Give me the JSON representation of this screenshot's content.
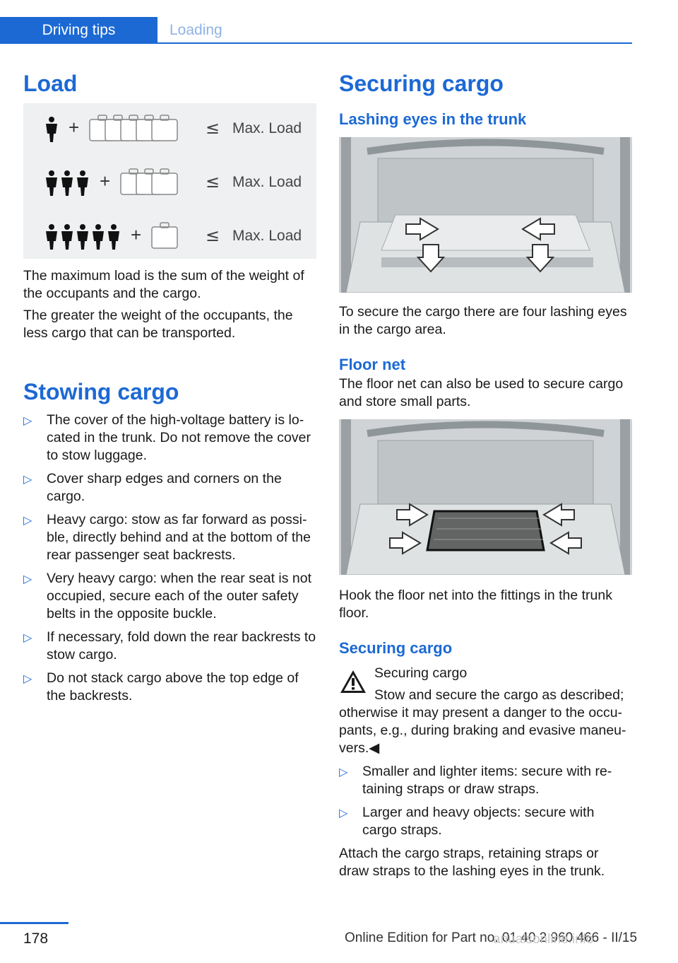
{
  "header": {
    "section": "Driving tips",
    "subsection": "Loading"
  },
  "left": {
    "load_title": "Load",
    "load_figure": {
      "rows": [
        {
          "people": 1,
          "cases": 5,
          "label": "Max. Load"
        },
        {
          "people": 3,
          "cases": 3,
          "label": "Max. Load"
        },
        {
          "people": 5,
          "cases": 1,
          "label": "Max. Load"
        }
      ],
      "plus": "+",
      "leq": "≤"
    },
    "load_p1": "The maximum load is the sum of the weight of the occupants and the cargo.",
    "load_p2": "The greater the weight of the occupants, the less cargo that can be transported.",
    "stow_title": "Stowing cargo",
    "bullet": "▷",
    "stow_items": [
      "The cover of the high-voltage battery is lo-cated in the trunk. Do not remove the cover to stow luggage.",
      "Cover sharp edges and corners on the cargo.",
      "Heavy cargo: stow as far forward as possi-ble, directly behind and at the bottom of the rear passenger seat backrests.",
      "Very heavy cargo: when the rear seat is not occupied, secure each of the outer safety belts in the opposite buckle.",
      "If necessary, fold down the rear backrests to stow cargo.",
      "Do not stack cargo above the top edge of the backrests."
    ]
  },
  "right": {
    "secure_title": "Securing cargo",
    "lashing_title": "Lashing eyes in the trunk",
    "lashing_p": "To secure the cargo there are four lashing eyes in the cargo area.",
    "floor_title": "Floor net",
    "floor_p": "The floor net can also be used to secure cargo and store small parts.",
    "hook_p": "Hook the floor net into the fittings in the trunk floor.",
    "securing_sub": "Securing cargo",
    "warn_heading": "Securing cargo",
    "warn_text_head": "Stow and secure the cargo as described;",
    "warn_text_tail": "otherwise it may present a danger to the occu-pants, e.g., during braking and evasive maneu-vers.◀",
    "bullet": "▷",
    "secure_items": [
      "Smaller and lighter items: secure with re-taining straps or draw straps.",
      "Larger and heavy objects: secure with cargo straps."
    ],
    "attach_p": "Attach the cargo straps, retaining straps or draw straps to the lashing eyes in the trunk."
  },
  "footer": {
    "page": "178",
    "edition": "Online Edition for Part no. 01 40 2 960 466 - II/15",
    "watermark": "anualsonline.info"
  }
}
